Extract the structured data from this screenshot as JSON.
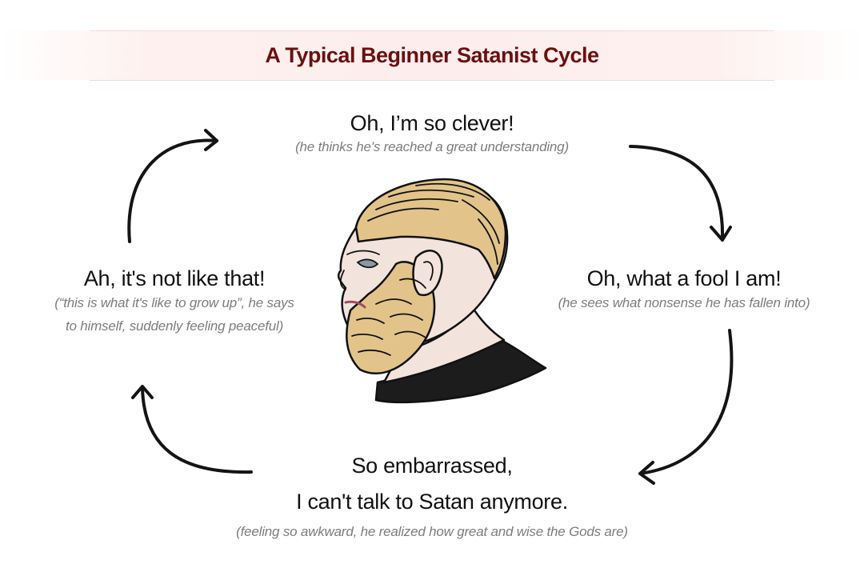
{
  "title": "A Typical Beginner Satanist Cycle",
  "stages": {
    "top": {
      "heading": "Oh, I’m so clever!",
      "caption": "(he thinks he's reached a great understanding)"
    },
    "right": {
      "heading": "Oh, what a fool I am!",
      "caption": "(he sees what nonsense he has fallen into)"
    },
    "bottom": {
      "heading_line1": "So embarrassed,",
      "heading_line2": "I can't talk to Satan anymore.",
      "caption": "(feeling so awkward, he realized how great and wise the Gods are)"
    },
    "left": {
      "heading": "Ah, it's not like that!",
      "caption": "(“this is what it's like to grow up”, he says to himself, suddenly feeling peaceful)"
    }
  },
  "colors": {
    "title": "#6b1010",
    "banner": "#fdeeed",
    "arrow": "#141414",
    "hair": "#e2c48a",
    "skin": "#f2e4dc",
    "shirt": "#1c1c1c"
  }
}
